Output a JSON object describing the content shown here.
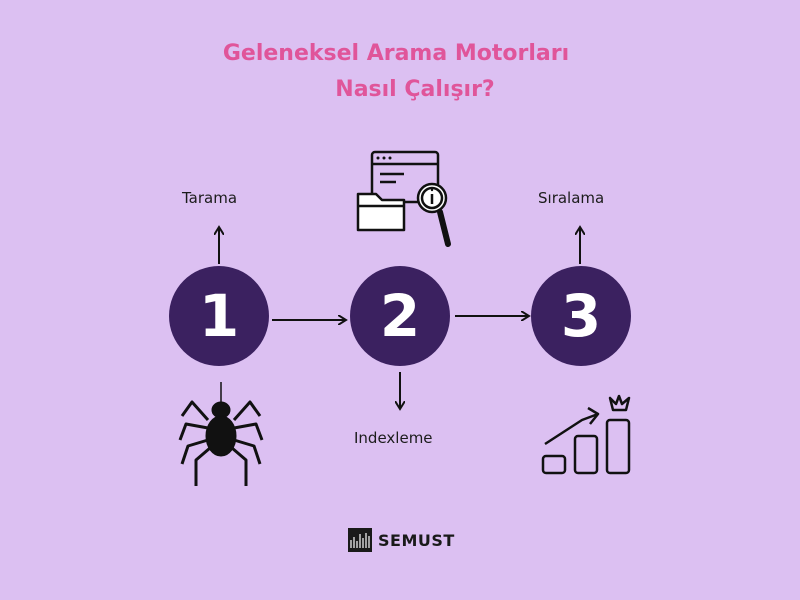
{
  "title": {
    "line1": "Geleneksel Arama Motorları",
    "line2": "Nasıl Çalışır?"
  },
  "steps": [
    {
      "number": "1",
      "label": "Tarama"
    },
    {
      "number": "2",
      "label": "Indexleme"
    },
    {
      "number": "3",
      "label": "Sıralama"
    }
  ],
  "logo": {
    "text": "SEMUST"
  },
  "colors": {
    "background": "#dcc0f2",
    "title": "#e0559a",
    "circle": "#3b2160"
  },
  "icons": [
    "spider-icon",
    "folder-search-icon",
    "ranking-chart-icon"
  ]
}
